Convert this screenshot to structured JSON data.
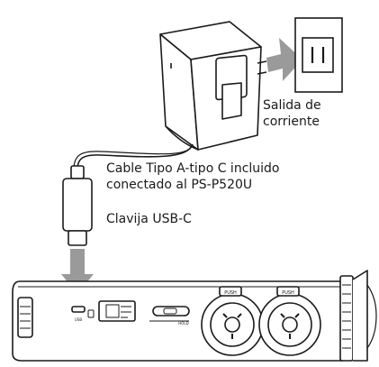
{
  "labels": {
    "outlet_line1": "Salida de",
    "outlet_line2": "corriente",
    "cable_line1": "Cable Tipo A-tipo C incluido",
    "cable_line2": "conectado al PS-P520U",
    "plug": "Clavija USB-C"
  },
  "device_markings": {
    "push_left": "PUSH",
    "push_right": "PUSH",
    "usb": "USB",
    "hold": "HOLD"
  },
  "colors": {
    "outline": "#1a1a1a",
    "arrow": "#9a9a9a",
    "adapter_fill": "#ffffff",
    "device_fill": "#ffffff"
  },
  "icons": {
    "adapter": "ac-adapter-icon",
    "outlet": "wall-outlet-icon",
    "plug": "usb-c-plug-icon",
    "recorder": "recorder-device-icon"
  }
}
